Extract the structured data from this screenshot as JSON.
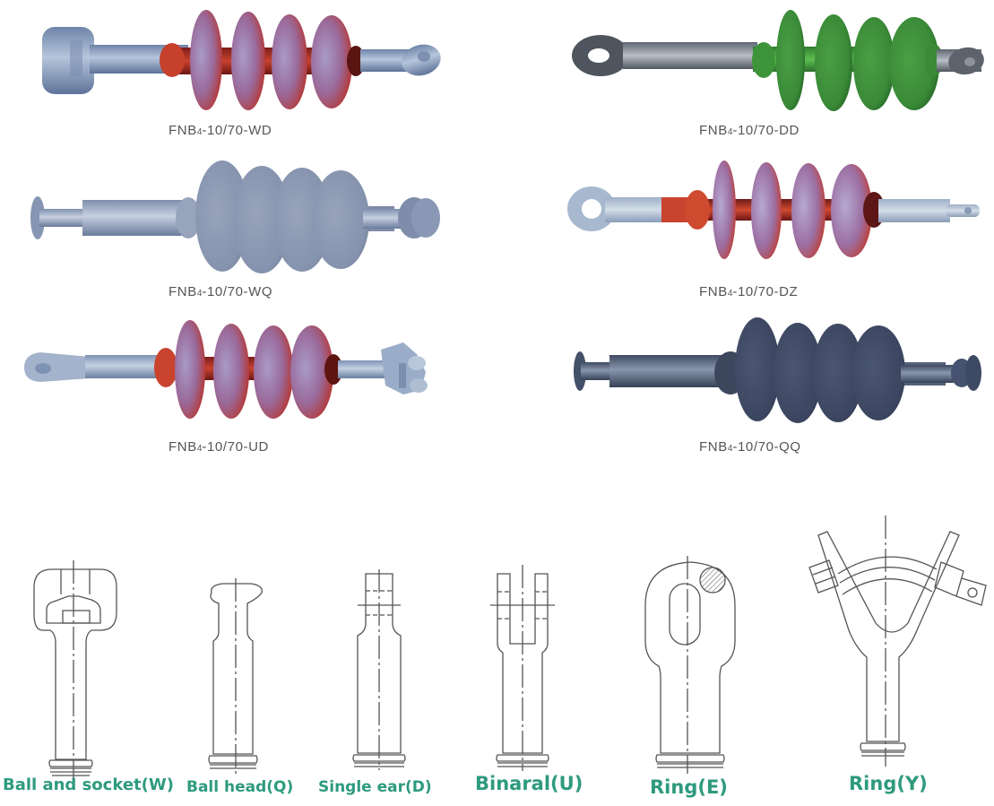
{
  "colors": {
    "label_text": "#555555",
    "fitting_label": "#2e9a7e",
    "drawing_line": "#555555",
    "metal_blue": "#8fa4c4",
    "red_shed": "#c53a2a",
    "green_shed": "#3a9a3a",
    "grey_shed": "#8c97ad",
    "dark_shed": "#3d4658"
  },
  "products": [
    {
      "prefix": "FNB",
      "sub": "4",
      "suffix": "-10/70-WD",
      "color": "red",
      "left_end": "socket",
      "right_end": "ball-eye"
    },
    {
      "prefix": "FNB",
      "sub": "4",
      "suffix": "-10/70-DD",
      "color": "green",
      "left_end": "eye",
      "right_end": "eye"
    },
    {
      "prefix": "FNB",
      "sub": "4",
      "suffix": "-10/70-WQ",
      "color": "grey",
      "left_end": "ball",
      "right_end": "socket"
    },
    {
      "prefix": "FNB",
      "sub": "4",
      "suffix": "-10/70-DZ",
      "color": "red",
      "left_end": "ring-eye",
      "right_end": "single-ear"
    },
    {
      "prefix": "FNB",
      "sub": "4",
      "suffix": "-10/70-UD",
      "color": "red",
      "left_end": "eye",
      "right_end": "clevis"
    },
    {
      "prefix": "FNB",
      "sub": "4",
      "suffix": "-10/70-QQ",
      "color": "dark",
      "left_end": "ball",
      "right_end": "ball"
    }
  ],
  "fittings": [
    {
      "label": "Ball and socket(W)"
    },
    {
      "label": "Ball head(Q)"
    },
    {
      "label": "Single ear(D)"
    },
    {
      "label": "Binaral(U)"
    },
    {
      "label": "Ring(E)"
    },
    {
      "label": "Ring(Y)"
    }
  ]
}
